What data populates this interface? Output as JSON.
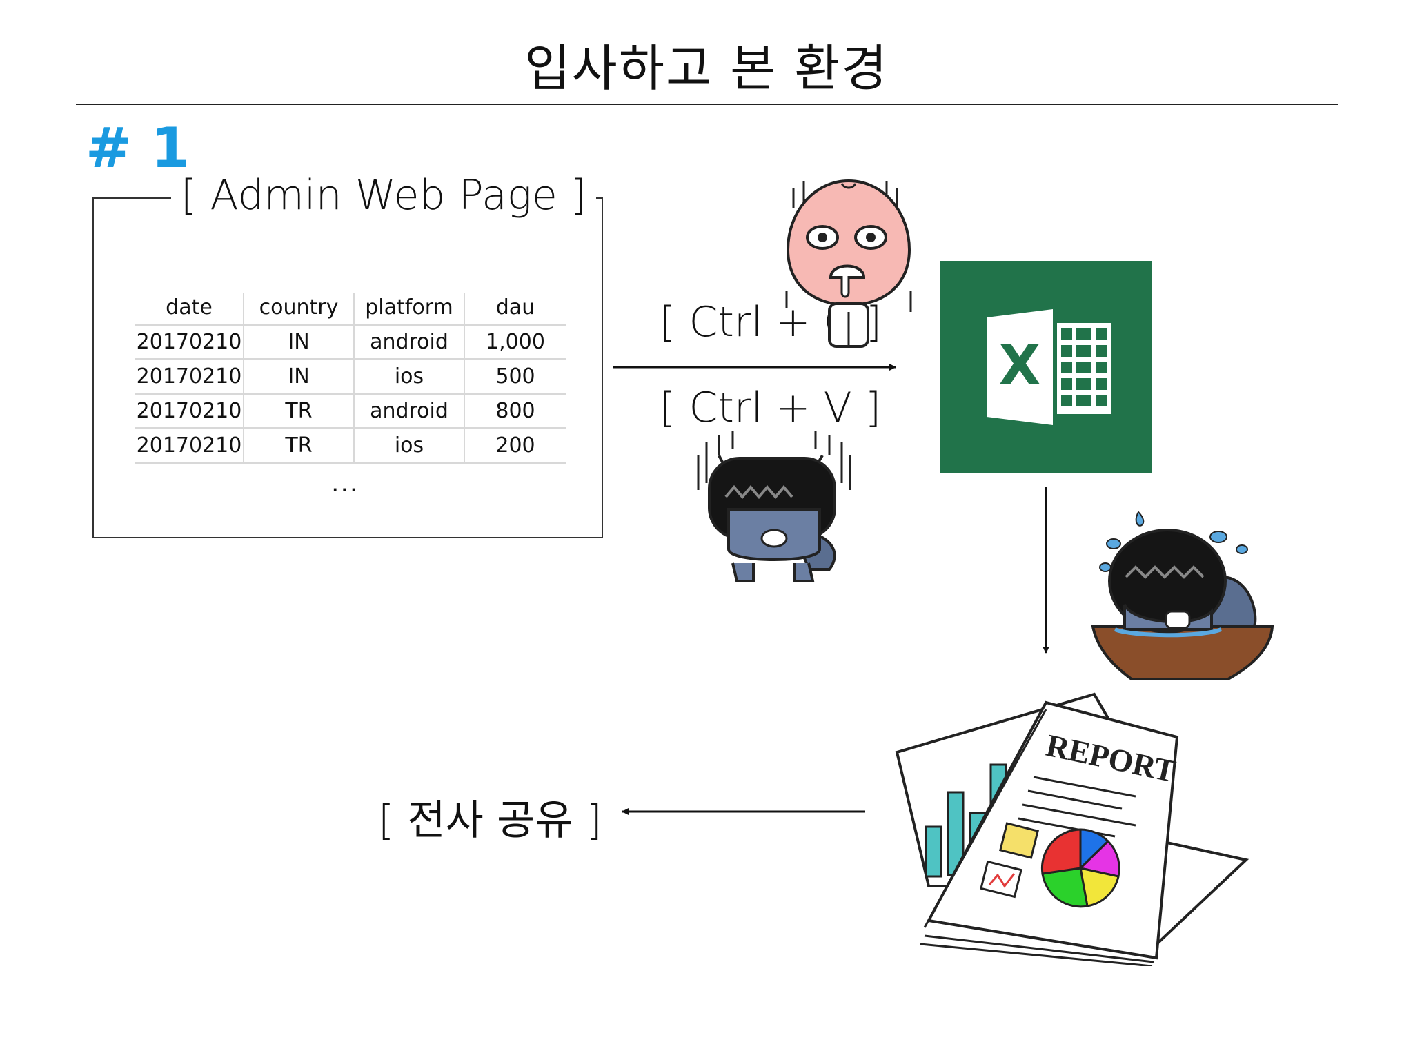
{
  "title": "입사하고 본 환경",
  "section_label": "# 1",
  "admin_panel": {
    "label": "[ Admin Web Page ]",
    "table": {
      "columns": [
        "date",
        "country",
        "platform",
        "dau"
      ],
      "rows": [
        [
          "20170210",
          "IN",
          "android",
          "1,000"
        ],
        [
          "20170210",
          "IN",
          "ios",
          "500"
        ],
        [
          "20170210",
          "TR",
          "android",
          "800"
        ],
        [
          "20170210",
          "TR",
          "ios",
          "200"
        ]
      ]
    },
    "ellipsis": "..."
  },
  "actions": {
    "copy": "[ Ctrl + C ]",
    "paste": "[ Ctrl + V ]",
    "share": "[ 전사 공유 ]"
  },
  "excel": {
    "letter": "X",
    "color": "#21734a"
  },
  "report": {
    "heading": "REPORT"
  },
  "icons": [
    "peach-character-icon",
    "black-cat-character-icon",
    "crying-character-icon",
    "excel-icon",
    "report-icon"
  ]
}
